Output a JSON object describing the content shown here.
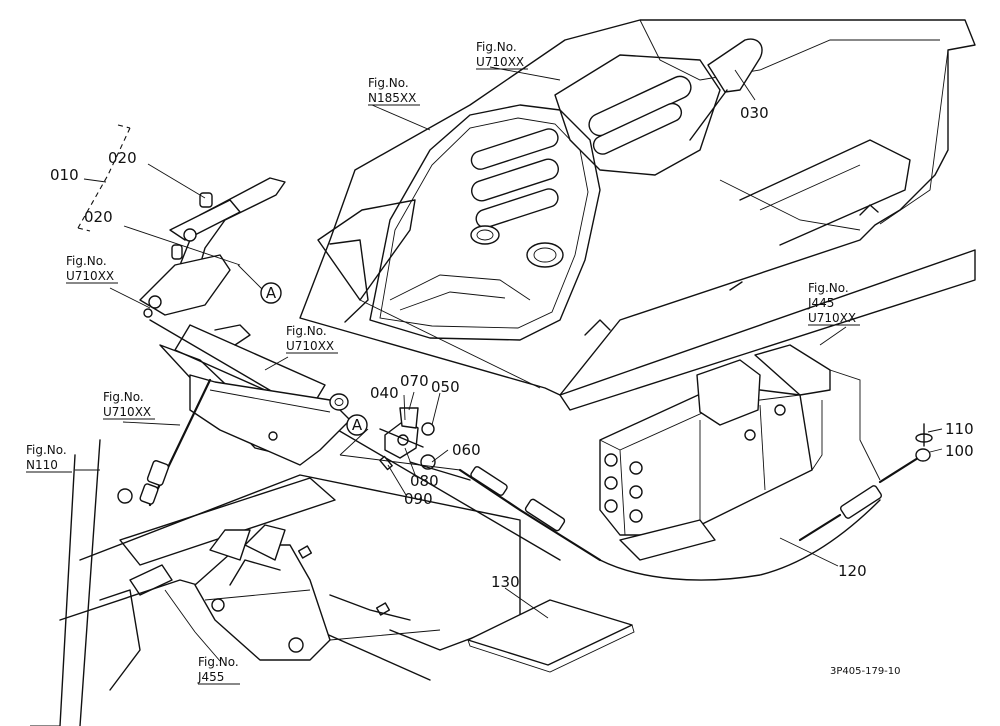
{
  "diagram": {
    "part_numbers": {
      "p010": "010",
      "p020a": "020",
      "p020b": "020",
      "p030": "030",
      "p040": "040",
      "p050": "050",
      "p060": "060",
      "p070": "070",
      "p080": "080",
      "p090": "090",
      "p100": "100",
      "p110": "110",
      "p120": "120",
      "p130": "130"
    },
    "figure_refs": {
      "fig_label": "Fig.No.",
      "u710_top": "U710XX",
      "n185": "N185XX",
      "u710_left": "U710XX",
      "u710_mid": "U710XX",
      "u710_lower": "U710XX",
      "j445": "J445",
      "u710_right": "U710XX",
      "n110": "N110",
      "j455": "J455"
    },
    "callout_marker": "A",
    "drawing_code": "3P405-179-10"
  }
}
